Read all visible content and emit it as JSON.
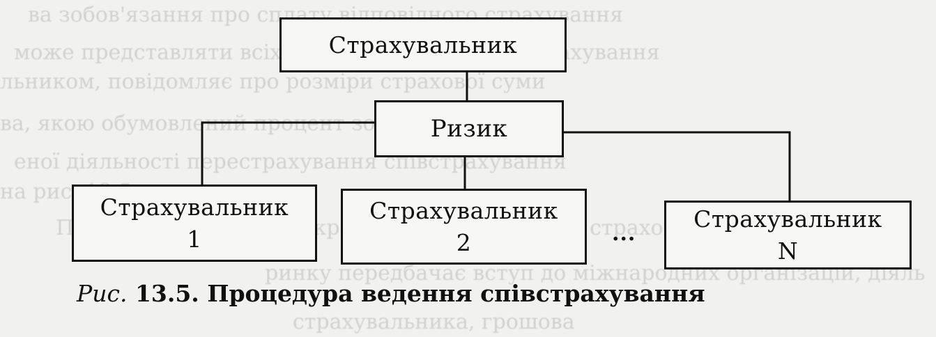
{
  "diagram": {
    "top_box": "Страхувальник",
    "risk_box": "Ризик",
    "boxes": [
      {
        "label": "Страхувальник",
        "number": "1"
      },
      {
        "label": "Страхувальник",
        "number": "2"
      },
      {
        "label": "Страхувальник",
        "number": "N"
      }
    ],
    "ellipsis": "..."
  },
  "caption": {
    "prefix": "Рис.",
    "number": "13.5.",
    "text": "Процедура ведення співстрахування"
  }
}
